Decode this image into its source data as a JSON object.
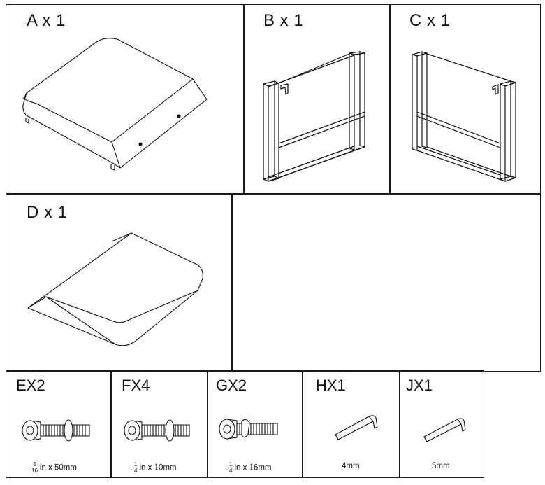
{
  "parts": {
    "A": {
      "label": "A x 1"
    },
    "B": {
      "label": "B x 1"
    },
    "C": {
      "label": "C x 1"
    },
    "D": {
      "label": "D x 1"
    }
  },
  "hardware": {
    "E": {
      "label": "EX2",
      "size_frac_num": "5",
      "size_frac_den": "16",
      "size_rest": "in x 50mm"
    },
    "F": {
      "label": "FX4",
      "size_frac_num": "1",
      "size_frac_den": "4",
      "size_rest": "in x 10mm"
    },
    "G": {
      "label": "GX2",
      "size_frac_num": "1",
      "size_frac_den": "4",
      "size_rest": "in x 16mm"
    },
    "H": {
      "label": "HX1",
      "size": "4mm"
    },
    "J": {
      "label": "JX1",
      "size": "5mm"
    }
  }
}
